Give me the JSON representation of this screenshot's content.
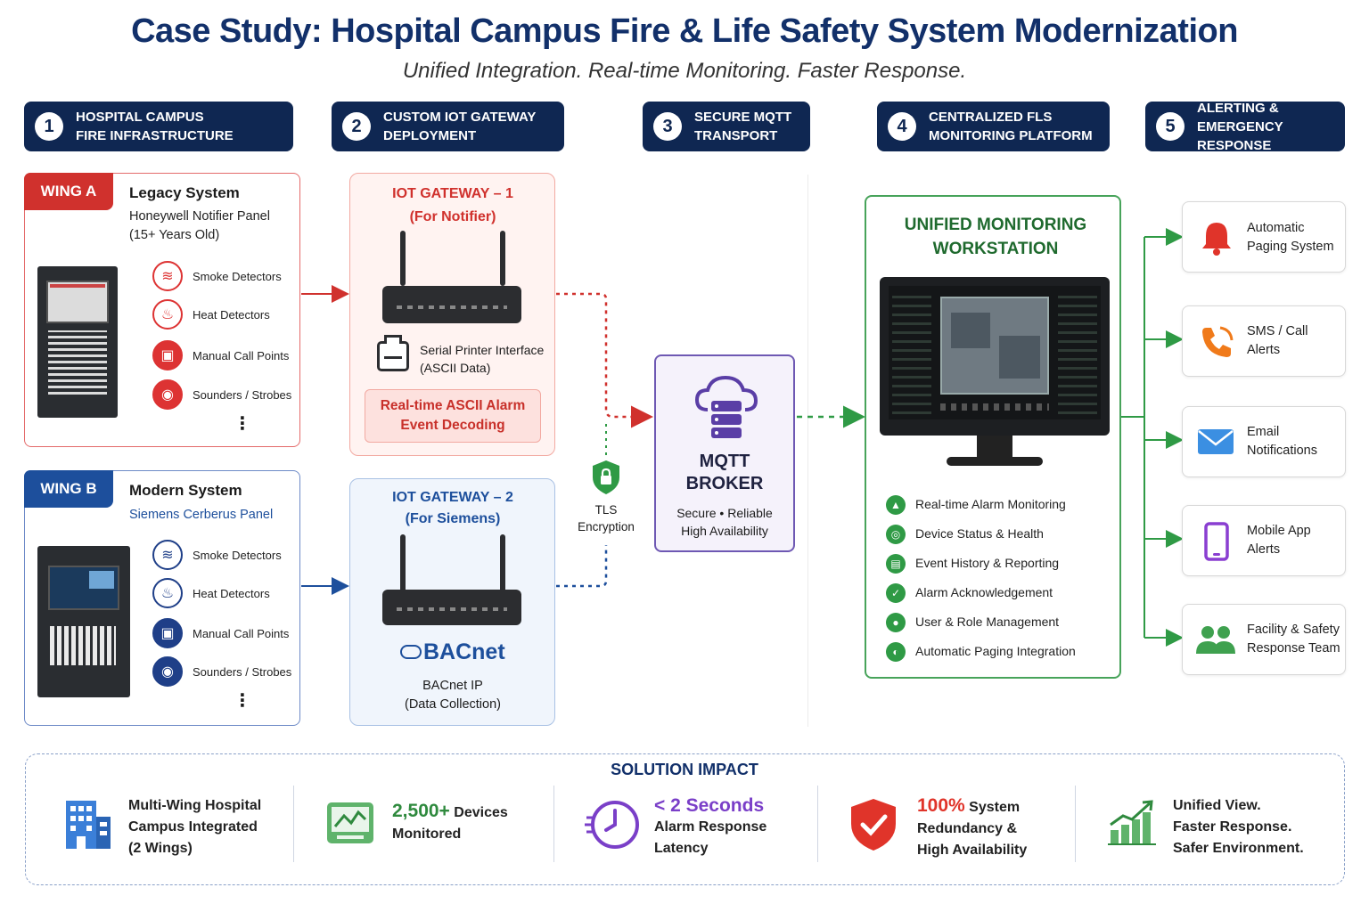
{
  "title": "Case Study: Hospital Campus Fire & Life Safety System Modernization",
  "subtitle": "Unified Integration. Real-time Monitoring. Faster Response.",
  "steps": [
    {
      "num": "1",
      "line1": "HOSPITAL CAMPUS",
      "line2": "FIRE INFRASTRUCTURE"
    },
    {
      "num": "2",
      "line1": "CUSTOM IOT GATEWAY",
      "line2": "DEPLOYMENT"
    },
    {
      "num": "3",
      "line1": "SECURE MQTT",
      "line2": "TRANSPORT"
    },
    {
      "num": "4",
      "line1": "CENTRALIZED FLS",
      "line2": "MONITORING PLATFORM"
    },
    {
      "num": "5",
      "line1": "ALERTING & EMERGENCY",
      "line2": "RESPONSE"
    }
  ],
  "wing_a": {
    "tag": "WING A",
    "title": "Legacy System",
    "sub1": "Honeywell Notifier Panel",
    "sub2": "(15+ Years Old)",
    "devices": [
      "Smoke Detectors",
      "Heat Detectors",
      "Manual Call Points",
      "Sounders / Strobes"
    ],
    "more": "⋮"
  },
  "wing_b": {
    "tag": "WING B",
    "title": "Modern System",
    "sub1": "Siemens Cerberus Panel",
    "devices": [
      "Smoke Detectors",
      "Heat Detectors",
      "Manual Call Points",
      "Sounders / Strobes"
    ],
    "more": "⋮"
  },
  "gateway1": {
    "title1": "IOT GATEWAY – 1",
    "title2": "(For Notifier)",
    "iface1": "Serial Printer Interface",
    "iface2": "(ASCII Data)",
    "decode1": "Real-time ASCII Alarm",
    "decode2": "Event Decoding"
  },
  "gateway2": {
    "title1": "IOT GATEWAY – 2",
    "title2": "(For Siemens)",
    "logo": "BACnet",
    "iface1": "BACnet IP",
    "iface2": "(Data Collection)"
  },
  "tls": {
    "line1": "TLS",
    "line2": "Encryption"
  },
  "broker": {
    "line1": "MQTT",
    "line2": "BROKER",
    "sub1": "Secure • Reliable",
    "sub2": "High Availability"
  },
  "workstation": {
    "title1": "UNIFIED MONITORING",
    "title2": "WORKSTATION",
    "features": [
      "Real-time Alarm Monitoring",
      "Device Status & Health",
      "Event History & Reporting",
      "Alarm Acknowledgement",
      "User & Role Management",
      "Automatic Paging Integration"
    ]
  },
  "alerts": [
    {
      "line1": "Automatic",
      "line2": "Paging System",
      "icon": "bell-icon"
    },
    {
      "line1": "SMS / Call",
      "line2": "Alerts",
      "icon": "phone-icon"
    },
    {
      "line1": "Email",
      "line2": "Notifications",
      "icon": "email-icon"
    },
    {
      "line1": "Mobile App",
      "line2": "Alerts",
      "icon": "mobile-icon"
    },
    {
      "line1": "Facility & Safety",
      "line2": "Response Team",
      "icon": "team-icon"
    }
  ],
  "impact": {
    "title": "SOLUTION IMPACT",
    "items": [
      {
        "line1": "Multi-Wing Hospital",
        "line2": "Campus Integrated",
        "line3": "(2 Wings)"
      },
      {
        "big": "2,500+",
        "rest": "Devices",
        "line2": "Monitored"
      },
      {
        "big": "< 2 Seconds",
        "line2": "Alarm Response",
        "line3": "Latency"
      },
      {
        "big": "100%",
        "rest": "System",
        "line2": "Redundancy &",
        "line3": "High Availability"
      },
      {
        "line1": "Unified View.",
        "line2": "Faster Response.",
        "line3": "Safer Environment."
      }
    ]
  },
  "colors": {
    "navy": "#0f2752",
    "red": "#d0312d",
    "blue": "#1d4f9c",
    "green": "#2f9a45",
    "purple": "#6e58b3"
  }
}
